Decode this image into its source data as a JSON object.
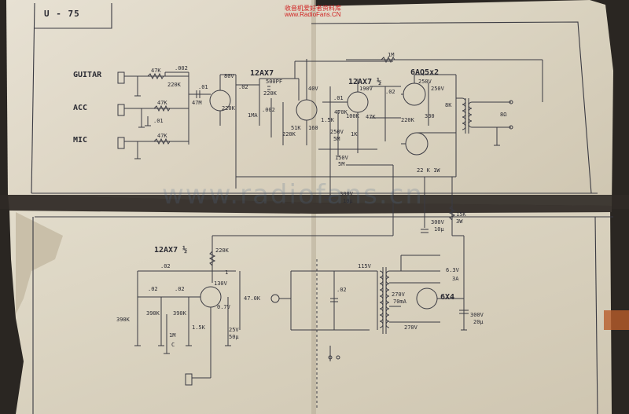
{
  "model": "U - 75",
  "site": {
    "line1": "收音机爱好者资料库",
    "line2": "www.RadioFans.CN"
  },
  "watermark": "www.radiofans.cn",
  "inputs": [
    "GUITAR",
    "ACC",
    "MIC"
  ],
  "tubes": [
    "12AX7",
    "12AX7 ½",
    "6AQ5x2",
    "12AX7 ½",
    "6X4"
  ],
  "labels": {
    "in_r1": "47K",
    "in_c1": ".002",
    "in_r2": "220K",
    "acc_r": "47K",
    "acc_c": ".01",
    "mic_r": "47K",
    "mix_c": ".01",
    "mix_r": "47M",
    "v1_pv": "80V",
    "v1_rk": "220K",
    "tone_c1": ".02",
    "tone_r1": "1MA",
    "tone_c2": "500PF",
    "tone_r2": "220K",
    "tone_c3": ".002",
    "tone_r3": "220K",
    "v2_pv": "40V",
    "v2_rk": "51K",
    "v2_r": "160",
    "c_01": ".01",
    "v3_pv": "190V",
    "v3_r": "100K",
    "v3_r2": "47K",
    "v3_r3": "1K",
    "c_02": ".02",
    "r_1M": "1M",
    "r_470k": "470K",
    "r_15k": "1.5K",
    "cap_250": "250V",
    "cap_250b": "5M",
    "cap_150": "150V",
    "cap_150b": "5M",
    "pa_v": "250V",
    "pa_v2": "250V",
    "pa_r1": "220K",
    "pa_r2": "330",
    "ot": "8K",
    "spk": "8Ω",
    "fb": "22 K 1W",
    "filt1": "300V",
    "filt1b": "10μ",
    "filt2": "300V",
    "filt2b": "10μ",
    "res_15k": "15K",
    "res_3w": "3W",
    "trem_c1": ".02",
    "trem_c2": ".02",
    "trem_c3": ".02",
    "trem_r1": "390K",
    "trem_r2": "390K",
    "trem_r3": "390K",
    "trem_r4": "1M",
    "trem_c": "C",
    "trem_r5": "1.5K",
    "trem_r6": "220K",
    "trem_pv": "130V",
    "trem_kv": "0.7V",
    "trem_rp": "47.0K",
    "trem_c4": "25V",
    "trem_c4b": "50μ",
    "trem_1": "1",
    "ac_c": ".02",
    "pt_115": "115V",
    "pt_63": "6.3V",
    "pt_3a": "3A",
    "pt_270a": "270V",
    "pt_70": "70mA",
    "pt_270b": "270V",
    "filt3": "300V",
    "filt3b": "20μ"
  }
}
